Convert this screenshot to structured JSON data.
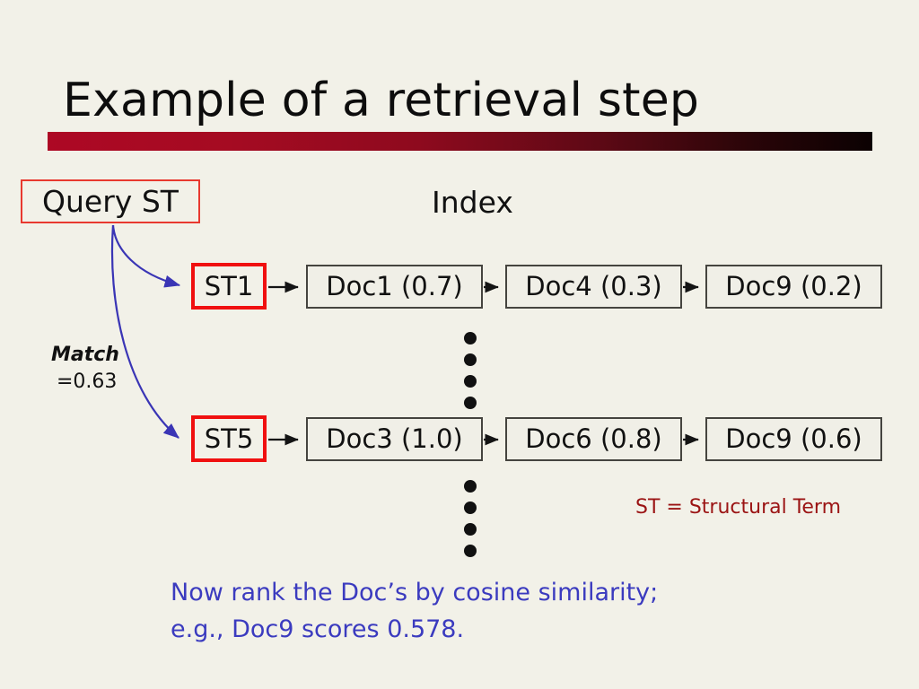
{
  "slide": {
    "title": "Example of a retrieval step",
    "accent_red": "#ad0824",
    "accent_dark": "#0b0102",
    "background": "#f2f1e8"
  },
  "query": {
    "label": "Query ST",
    "border_color": "#e8392f"
  },
  "index": {
    "label": "Index"
  },
  "match": {
    "word": "Match",
    "value": "=0.63"
  },
  "rows": [
    {
      "term": "ST1",
      "docs": [
        {
          "label": "Doc1 (0.7)",
          "doc": "Doc1",
          "score": 0.7
        },
        {
          "label": "Doc4 (0.3)",
          "doc": "Doc4",
          "score": 0.3
        },
        {
          "label": "Doc9 (0.2)",
          "doc": "Doc9",
          "score": 0.2
        }
      ]
    },
    {
      "term": "ST5",
      "docs": [
        {
          "label": "Doc3 (1.0)",
          "doc": "Doc3",
          "score": 1.0
        },
        {
          "label": "Doc6 (0.8)",
          "doc": "Doc6",
          "score": 0.8
        },
        {
          "label": "Doc9 (0.6)",
          "doc": "Doc9",
          "score": 0.6
        }
      ]
    }
  ],
  "legend": {
    "text": "ST = Structural Term",
    "color": "#9b1414"
  },
  "caption": {
    "line1": "Now rank the Doc’s by cosine similarity;",
    "line2": "e.g., Doc9 scores 0.578.",
    "color": "#3b3bbf"
  },
  "icons": {
    "ellipsis": "vertical-ellipsis-dots",
    "arrow": "arrow-right",
    "curve": "curved-match-arrow"
  }
}
